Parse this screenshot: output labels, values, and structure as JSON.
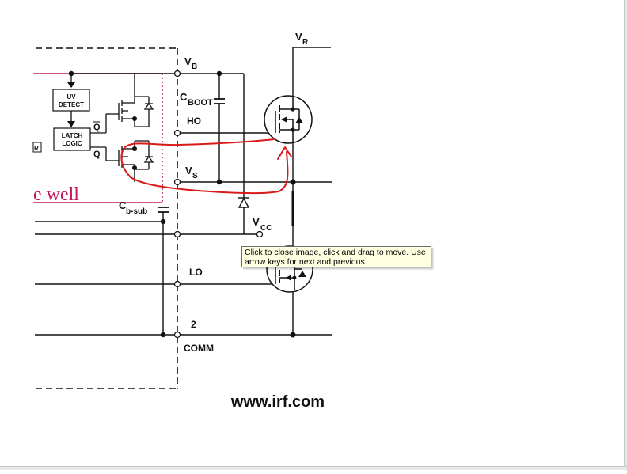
{
  "labels": {
    "vr": "V",
    "vr_sub": "R",
    "vb": "V",
    "vb_sub": "B",
    "cboot": "C",
    "cboot_sub": "BOOT",
    "ho": "HO",
    "vs": "V",
    "vs_sub": "S",
    "vcc": "V",
    "vcc_sub": "CC",
    "cbsub": "C",
    "cbsub_sub": "b-sub",
    "lo": "LO",
    "pin2": "2",
    "comm": "COMM",
    "uv_line1": "UV",
    "uv_line2": "DETECT",
    "latch_line1": "LATCH",
    "latch_line2": "LOGIC",
    "q": "Q",
    "qbar": "Q",
    "r_partial": "R",
    "well_text": "e well"
  },
  "footer": {
    "url": "www.irf.com"
  },
  "tooltip": {
    "text": "Click to close image, click and drag to move. Use arrow keys for next and previous."
  },
  "colors": {
    "annotation_red": "#d81a1a",
    "pink_line": "#c2185b",
    "ink": "#111111",
    "tooltip_bg": "#ffffe1"
  }
}
